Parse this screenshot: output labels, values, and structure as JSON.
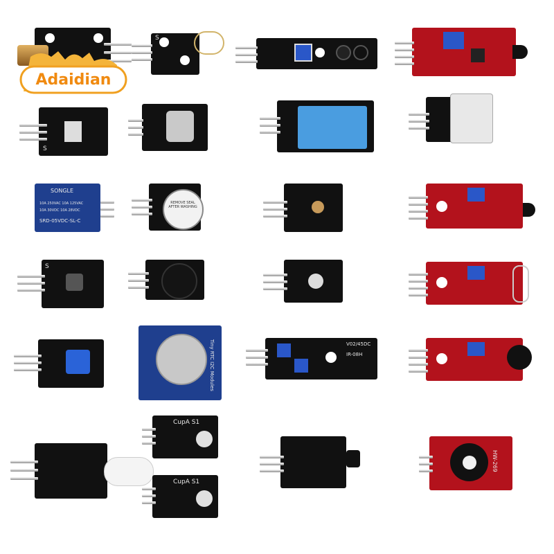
{
  "brand": {
    "name": "Adaidian"
  },
  "colors": {
    "pcb_black": "#111111",
    "pcb_red": "#b3121c",
    "relay_blue": "#1f3f8e",
    "logo_orange": "#f0a020"
  },
  "labels": {
    "relay_brand": "SONGLE",
    "relay_rating_1": "10A 250VAC  10A 125VAC",
    "relay_rating_2": "10A 30VDC  10A 28VDC",
    "relay_model": "SRD-05VDC-SL-C",
    "buzzer_sticker": "REMOVE SEAL AFTER WASHING",
    "rtc_label": "Tiny RTC I2C Modules",
    "ir_label": "IR-08H",
    "ir_label_2": "V02/45DC",
    "cup_label_1": "CupA S1",
    "cup_label_2": "CupA S1",
    "flame_label": "HW-269",
    "pin_s": "S",
    "pin_minus": "-"
  }
}
